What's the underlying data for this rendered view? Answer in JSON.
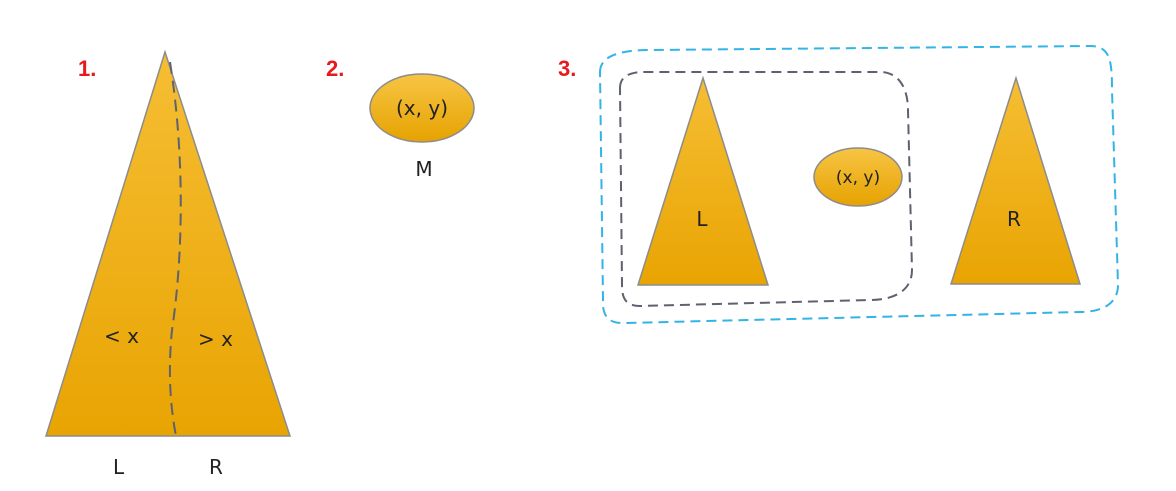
{
  "steps": {
    "step1": "1.",
    "step2": "2.",
    "step3": "3."
  },
  "step1": {
    "left_half_label": "< x",
    "right_half_label": "> x",
    "left_base_label": "L",
    "right_base_label": "R"
  },
  "step2": {
    "node_label": "(x, y)",
    "node_caption": "M"
  },
  "step3": {
    "left_tree_label": "L",
    "node_label": "(x, y)",
    "right_tree_label": "R"
  },
  "colors": {
    "fill_top": "#F5BB2E",
    "fill_bottom": "#E9A500",
    "step_number": "#E8191C",
    "inner_dash": "#5D6170",
    "outer_dash": "#33B4E6"
  }
}
